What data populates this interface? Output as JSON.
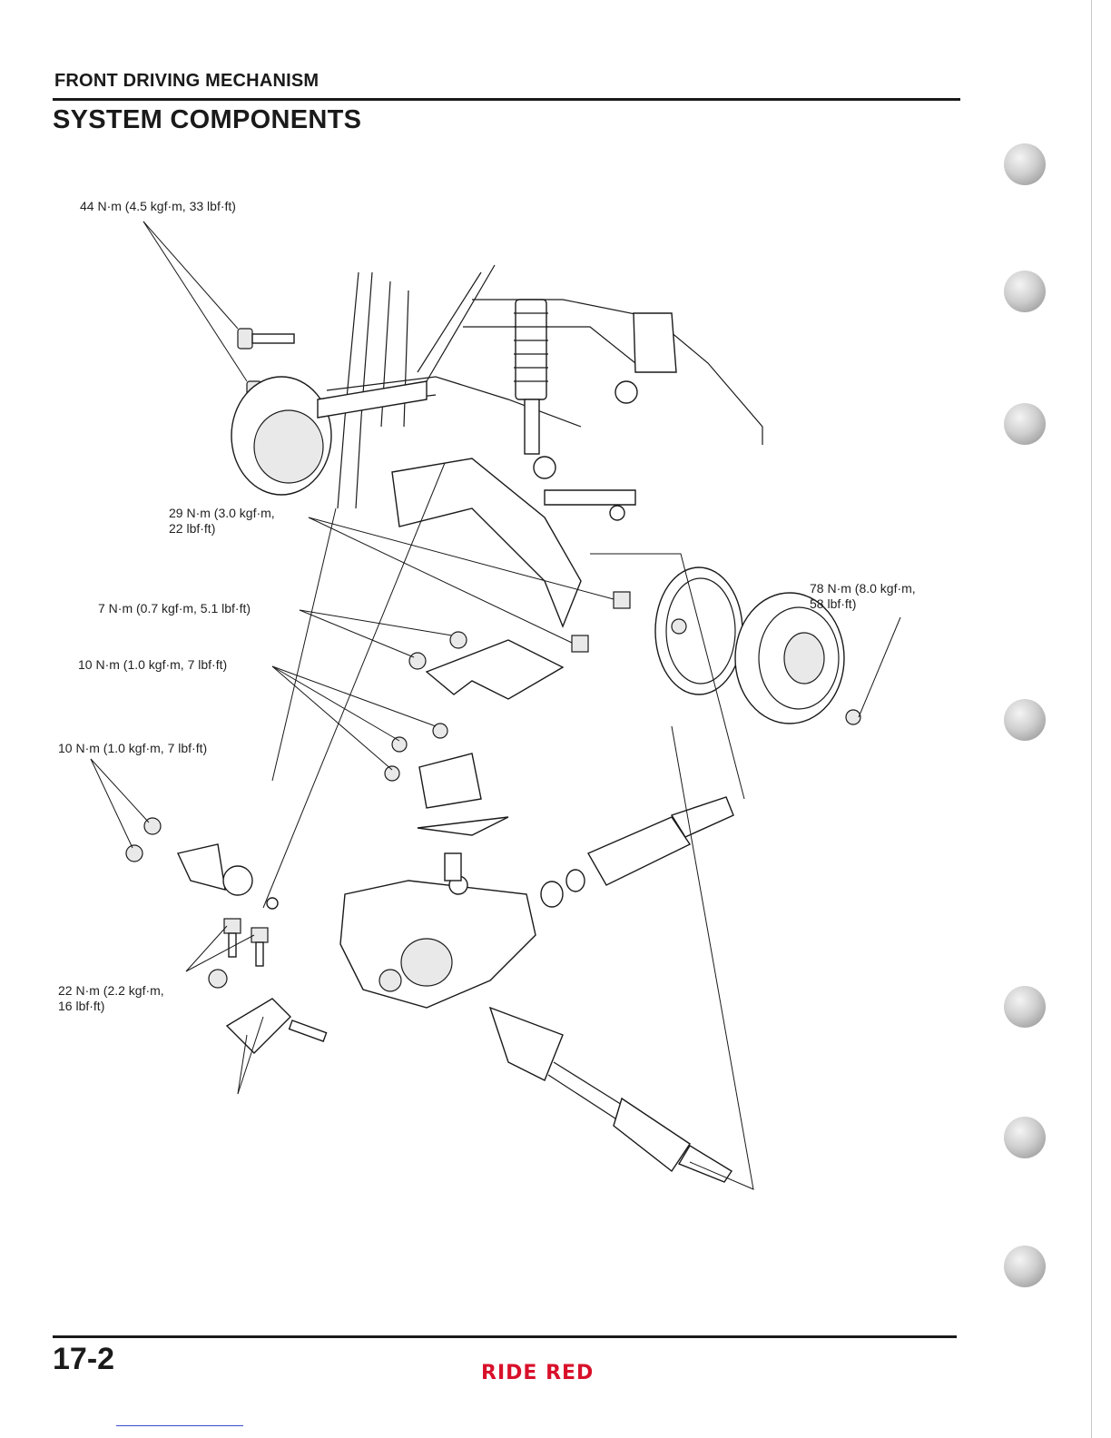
{
  "header": {
    "section_title": "FRONT DRIVING MECHANISM",
    "page_title": "SYSTEM COMPONENTS"
  },
  "callouts": {
    "c1": {
      "line1": "44 N·m (4.5 kgf·m, 33 lbf·ft)"
    },
    "c2": {
      "line1": "29 N·m (3.0 kgf·m,",
      "line2": "22 lbf·ft)"
    },
    "c3": {
      "line1": "7 N·m (0.7 kgf·m, 5.1 lbf·ft)"
    },
    "c4": {
      "line1": "10 N·m (1.0 kgf·m, 7 lbf·ft)"
    },
    "c5": {
      "line1": "10 N·m (1.0 kgf·m, 7 lbf·ft)"
    },
    "c6": {
      "line1": "22 N·m (2.2 kgf·m,",
      "line2": "16 lbf·ft)"
    },
    "c7": {
      "line1": "78 N·m (8.0 kgf·m,",
      "line2": "58 lbf·ft)"
    }
  },
  "footer": {
    "page_number": "17-2",
    "brand": "RIDE RED"
  }
}
